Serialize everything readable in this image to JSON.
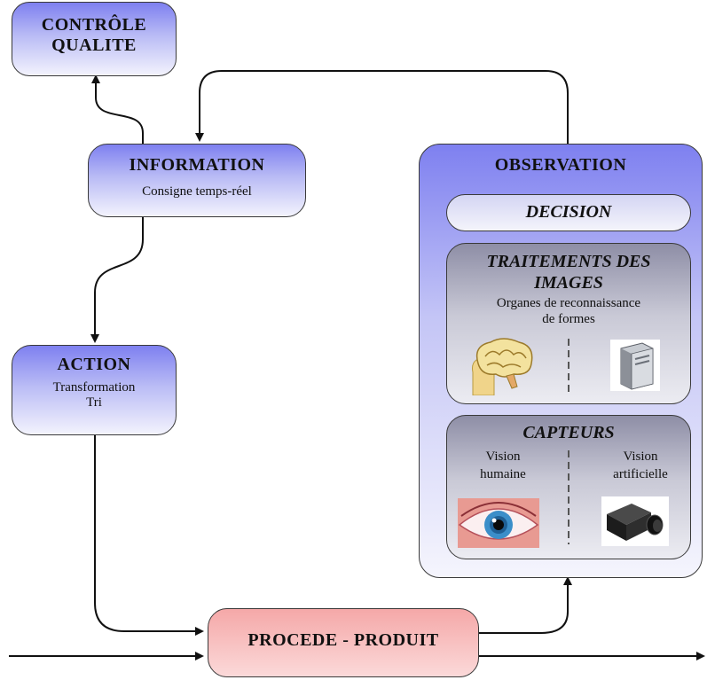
{
  "nodes": {
    "controle": {
      "line1": "CONTRÔLE",
      "line2": "QUALITE"
    },
    "information": {
      "title": "INFORMATION",
      "subtitle": "Consigne temps-réel"
    },
    "action": {
      "title": "ACTION",
      "line1": "Transformation",
      "line2": "Tri"
    },
    "observation": {
      "title": "OBSERVATION"
    },
    "decision": {
      "title": "DECISION"
    },
    "traitements": {
      "line1": "TRAITEMENTS DES",
      "line2": "IMAGES",
      "sub1": "Organes de reconnaissance",
      "sub2": "de formes"
    },
    "capteurs": {
      "title": "CAPTEURS",
      "left1": "Vision",
      "left2": "humaine",
      "right1": "Vision",
      "right2": "artificielle"
    },
    "procede": {
      "title": "PROCEDE - PRODUIT"
    }
  },
  "icons": [
    "brain-icon",
    "computer-tower-icon",
    "eye-icon",
    "camera-icon"
  ],
  "colors": {
    "blue_top": "#7e80f0",
    "grey_top": "#8e8ea6",
    "red_box": "#f5a8a8",
    "stroke": "#111111"
  }
}
